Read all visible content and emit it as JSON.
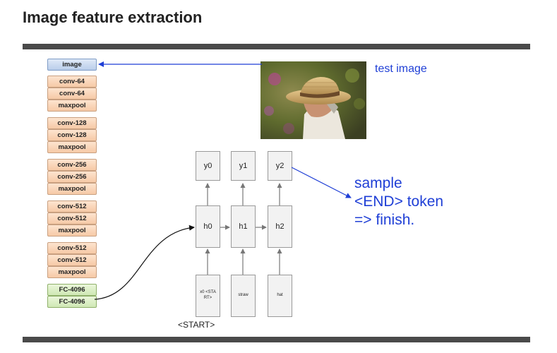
{
  "title": "Image feature extraction",
  "cnn_layers": [
    {
      "label": "image",
      "kind": "image"
    },
    {
      "label": "conv-64",
      "kind": "conv"
    },
    {
      "label": "conv-64",
      "kind": "conv"
    },
    {
      "label": "maxpool",
      "kind": "pool"
    },
    {
      "label": "conv-128",
      "kind": "conv"
    },
    {
      "label": "conv-128",
      "kind": "conv"
    },
    {
      "label": "maxpool",
      "kind": "pool"
    },
    {
      "label": "conv-256",
      "kind": "conv"
    },
    {
      "label": "conv-256",
      "kind": "conv"
    },
    {
      "label": "maxpool",
      "kind": "pool"
    },
    {
      "label": "conv-512",
      "kind": "conv"
    },
    {
      "label": "conv-512",
      "kind": "conv"
    },
    {
      "label": "maxpool",
      "kind": "pool"
    },
    {
      "label": "conv-512",
      "kind": "conv"
    },
    {
      "label": "conv-512",
      "kind": "conv"
    },
    {
      "label": "maxpool",
      "kind": "pool"
    },
    {
      "label": "FC-4096",
      "kind": "fc"
    },
    {
      "label": "FC-4096",
      "kind": "fc"
    }
  ],
  "test_image_label": "test image",
  "rnn": {
    "outputs": [
      "y0",
      "y1",
      "y2"
    ],
    "hidden": [
      "h0",
      "h1",
      "h2"
    ],
    "inputs": [
      "x0 <STA RT>",
      "straw",
      "hat"
    ]
  },
  "start_label": "<START>",
  "annotation": [
    "sample",
    "<END> token",
    "=> finish."
  ],
  "colors": {
    "accent": "#1f3fd6",
    "bar": "#4a4a4a"
  }
}
